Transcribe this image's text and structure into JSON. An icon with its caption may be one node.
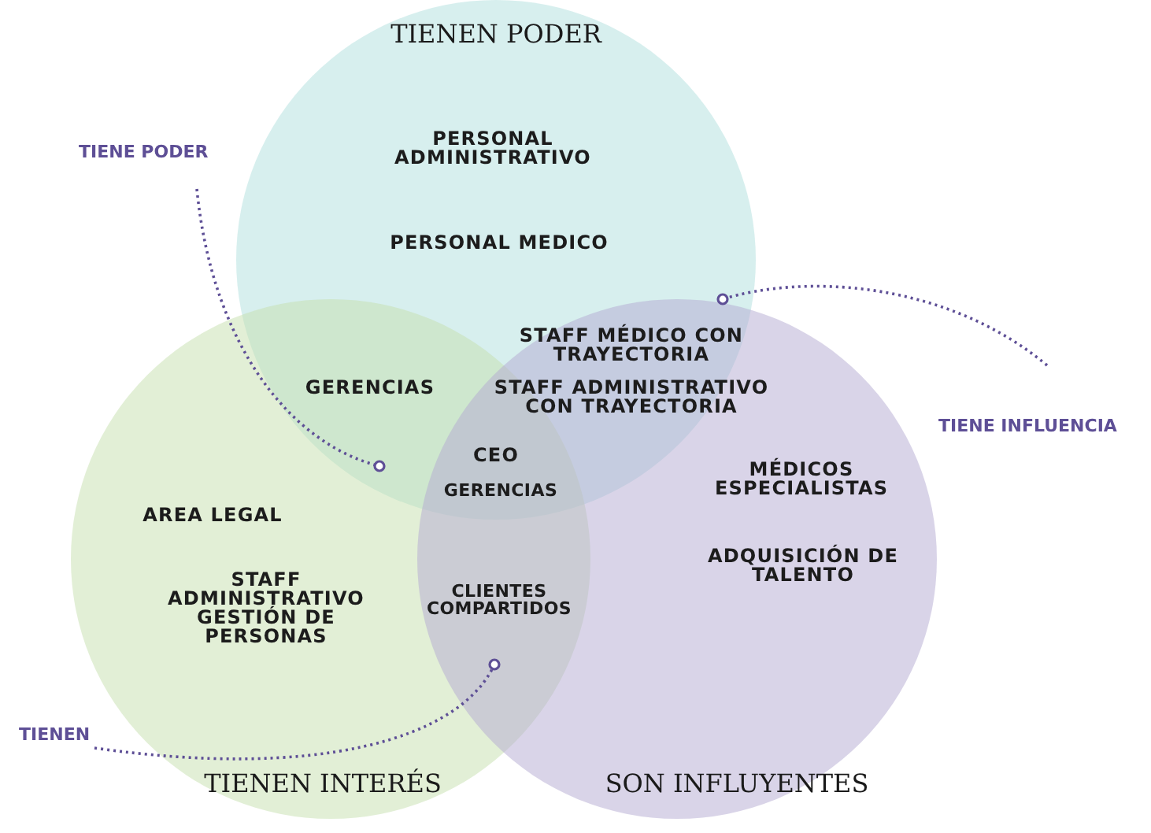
{
  "diagram": {
    "nodes": [
      {
        "text": [
          "TIENEN PODER"
        ]
      },
      {
        "text": [
          "TIENEN INTERÉS"
        ]
      },
      {
        "text": [
          "SON INFLUYENTES"
        ]
      },
      {
        "text": [
          "TIENE PODER"
        ]
      },
      {
        "text": [
          "TIENE INFLUENCIA"
        ]
      },
      {
        "text": [
          "TIENEN"
        ]
      }
    ],
    "edges": [
      {
        "from": 3,
        "to": 0,
        "arrow": "other",
        "style": "dashed"
      },
      {
        "from": 4,
        "to": 2,
        "arrow": "other",
        "style": "dashed"
      },
      {
        "from": 5,
        "to": 1,
        "arrow": "other",
        "style": "dashed"
      }
    ],
    "labels": [
      "PERSONAL ADMINISTRATIVO",
      "PERSONAL MEDICO",
      "STAFF MÉDICO CON TRAYECTORIA",
      "GERENCIAS",
      "STAFF ADMINISTRATIVO CON TRAYECTORIA",
      "CEO",
      "GERENCIAS",
      "MÉDICOS ESPECIALISTAS",
      "AREA LEGAL",
      "ADQUISICIÓN DE TALENTO",
      "STAFF ADMINISTRATIVO GESTIÓN DE PERSONAS",
      "CLIENTES COMPARTIDOS"
    ]
  }
}
